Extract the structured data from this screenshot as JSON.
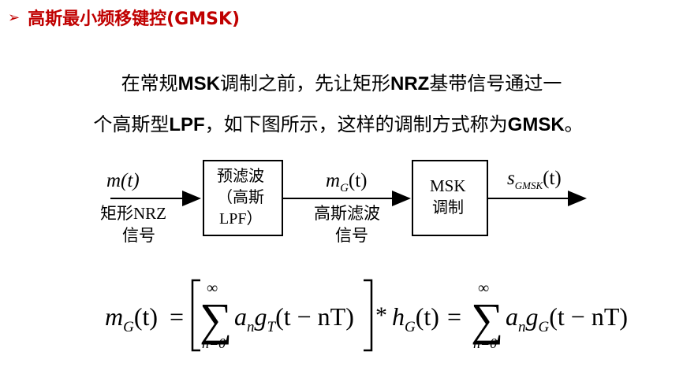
{
  "heading": {
    "bullet": "➢",
    "title": "高斯最小频移键控(GMSK)"
  },
  "paragraph": {
    "line1": [
      {
        "text": "在常规",
        "bold": false
      },
      {
        "text": "MSK",
        "bold": true
      },
      {
        "text": "调制之前，先让矩形",
        "bold": false
      },
      {
        "text": "NRZ",
        "bold": true
      },
      {
        "text": "基带信号通过一",
        "bold": false
      }
    ],
    "line2": [
      {
        "text": "个高斯型",
        "bold": false
      },
      {
        "text": "LPF",
        "bold": true
      },
      {
        "text": "，如下图所示，这样的调制方式称为",
        "bold": false
      },
      {
        "text": "GMSK",
        "bold": true
      },
      {
        "text": "。",
        "bold": false
      }
    ]
  },
  "diagram": {
    "input_signal": "m(t)",
    "input_label_1": "矩形NRZ",
    "input_label_2": "信号",
    "filter_block": [
      "预滤波",
      "（高斯",
      "LPF）"
    ],
    "mid_signal_main": "m",
    "mid_signal_sub": "G",
    "mid_signal_arg": "(t)",
    "mid_label_1": "高斯滤波",
    "mid_label_2": "信号",
    "msk_block": [
      "MSK",
      "调制"
    ],
    "output_signal_main": "s",
    "output_signal_sub": "GMSK",
    "output_signal_arg": "(t)"
  },
  "formula": {
    "lhs_var": "m",
    "lhs_sub": "G",
    "arg_t": "(t)",
    "equals": "=",
    "sum_upper": "∞",
    "sum_lower": "n=0",
    "sum_symbol": "∑",
    "term_a": "a",
    "term_a_sub": "n",
    "term_g": "g",
    "term_g_sub_T": "T",
    "term_g_sub_G": "G",
    "term_arg": "(t − nT)",
    "conv": "*",
    "h": "h",
    "h_sub": "G"
  }
}
